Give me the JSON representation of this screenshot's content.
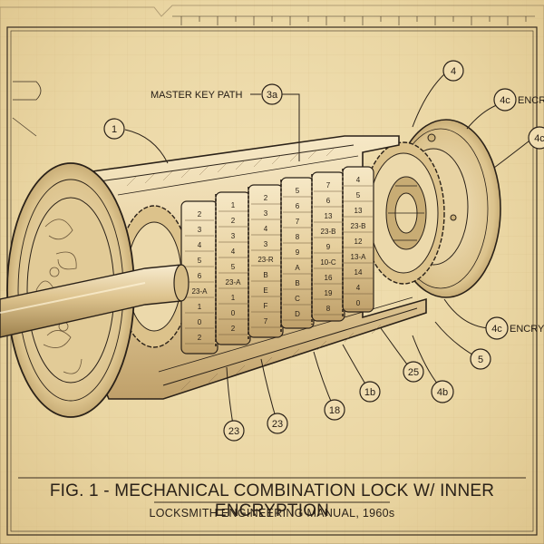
{
  "figure": {
    "title": "FIG. 1 - MECHANICAL COMBINATION LOCK W/ INNER ENCRYPTION",
    "subtitle": "LOCKSMITH ENGINEERING MANUAL, 1960s"
  },
  "labels": {
    "master_key_path": "MASTER KEY PATH",
    "encryption_top_partial": "ENCRY",
    "encryption_bottom_partial": "ENCRY"
  },
  "callouts": {
    "c1": "1",
    "c3a": "3a",
    "c4": "4",
    "c4c_top": "4c",
    "c4c_right": "4c",
    "c4c_bottom": "4c",
    "c5": "5",
    "c4b": "4b",
    "c25": "25",
    "c1b": "1b",
    "c18": "18",
    "c23_mid": "23",
    "c23_left": "23"
  },
  "dials": [
    {
      "numbers": [
        "2",
        "3",
        "4",
        "5",
        "6",
        "23-A",
        "1",
        "0",
        "2"
      ]
    },
    {
      "numbers": [
        "1",
        "2",
        "3",
        "4",
        "5",
        "23-A",
        "1",
        "0",
        "2"
      ]
    },
    {
      "numbers": [
        "2",
        "3",
        "4",
        "3",
        "23-R",
        "B",
        "E",
        "F",
        "7"
      ]
    },
    {
      "numbers": [
        "5",
        "6",
        "7",
        "8",
        "9",
        "A",
        "B",
        "C",
        "D"
      ]
    },
    {
      "numbers": [
        "7",
        "6",
        "13",
        "23-B",
        "9",
        "10-C",
        "16",
        "19",
        "8"
      ]
    },
    {
      "numbers": [
        "4",
        "5",
        "13",
        "23-B",
        "12",
        "13-A",
        "14",
        "4",
        "0"
      ]
    }
  ],
  "colors": {
    "ink": "#2a2118",
    "paper": "#f0ddb0",
    "metal_light": "#f2e2bb",
    "metal_mid": "#d9c08a",
    "metal_dark": "#b79a63"
  }
}
